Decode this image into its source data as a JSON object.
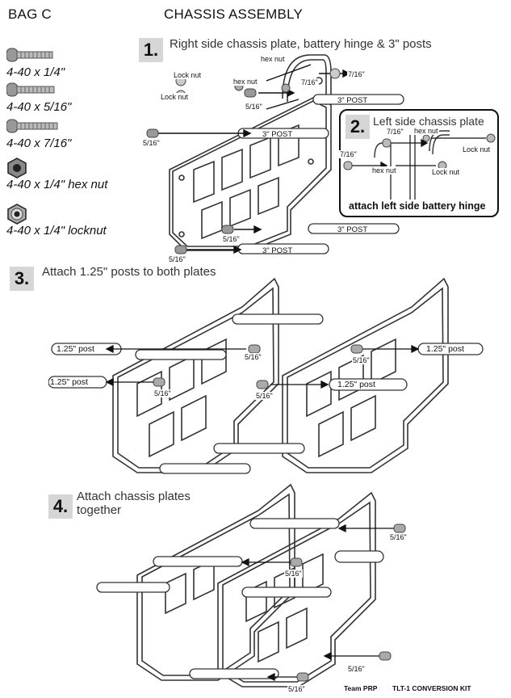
{
  "header": {
    "bag_label": "BAG C",
    "title": "CHASSIS ASSEMBLY"
  },
  "hardware": [
    {
      "icon": "screw-icon",
      "label": "4-40 x 1/4\""
    },
    {
      "icon": "screw-icon",
      "label": "4-40 x 5/16\""
    },
    {
      "icon": "screw-icon",
      "label": "4-40 x 7/16\""
    },
    {
      "icon": "hex-nut-icon",
      "label": "4-40 x 1/4\" hex nut"
    },
    {
      "icon": "locknut-icon",
      "label": "4-40 x 1/4\" locknut"
    }
  ],
  "step1": {
    "number": "1.",
    "text": "Right side chassis plate, battery hinge & 3\" posts",
    "labels": {
      "lock_nut_a": "Lock nut",
      "lock_nut_b": "Lock nut",
      "hex_nut_a": "hex nut",
      "hex_nut_b": "hex nut",
      "screw_716_a": "7/16\"",
      "screw_716_b": "7/16\"",
      "screw_516_a": "5/16\"",
      "screw_516_b": "5/16\"",
      "screw_516_c": "5/16\"",
      "screw_516_d": "5/16\"",
      "post_a": "3\" POST",
      "post_b": "3\" POST",
      "post_c": "3\" POST",
      "post_d": "3\" POST"
    }
  },
  "step2": {
    "number": "2.",
    "text": "Left side chassis plate",
    "footer": "attach left side battery hinge",
    "labels": {
      "screw_716_a": "7/16\"",
      "screw_716_b": "7/16\"",
      "hex_nut_a": "hex nut",
      "hex_nut_b": "hex nut",
      "lock_nut_a": "Lock nut",
      "lock_nut_b": "Lock nut"
    }
  },
  "step3": {
    "number": "3.",
    "text": "Attach 1.25\" posts to both plates",
    "labels": {
      "post_a": "1.25\" post",
      "post_b": "1.25\" post",
      "post_c": "1.25\" post",
      "post_d": "1.25\" post",
      "screw_a": "5/16\"",
      "screw_b": "5/16\"",
      "screw_c": "5/16\"",
      "screw_d": "5/16\""
    }
  },
  "step4": {
    "number": "4.",
    "text_line1": "Attach chassis plates",
    "text_line2": "together",
    "labels": {
      "screw_a": "5/16\"",
      "screw_b": "5/16\"",
      "screw_c": "5/16\"",
      "screw_d": "5/16\""
    }
  },
  "footer": {
    "team": "Team PRP",
    "kit": "TLT-1 CONVERSION KIT"
  }
}
